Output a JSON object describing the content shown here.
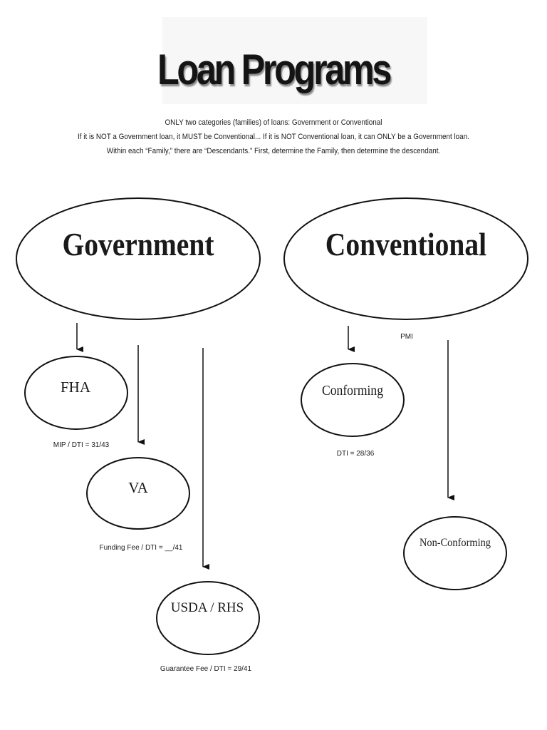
{
  "page": {
    "title": "Loan Programs",
    "intro_lines": [
      "ONLY two categories (families) of loans: Government or Conventional",
      "If it is NOT a Government loan, it MUST be Conventional... If it is NOT  Conventional loan, it can ONLY be a Government loan.",
      "Within each “Family,” there are “Descendants.” First, determine the Family, then determine the descendant."
    ]
  },
  "families": {
    "government": {
      "label": "Government",
      "descendants": {
        "fha": {
          "label": "FHA",
          "note": "MIP / DTI = 31/43"
        },
        "va": {
          "label": "VA",
          "note": "Funding Fee / DTI = __/41"
        },
        "usda": {
          "label": "USDA / RHS",
          "note": "Guarantee Fee / DTI = 29/41"
        }
      }
    },
    "conventional": {
      "label": "Conventional",
      "note": "PMI",
      "descendants": {
        "conforming": {
          "label": "Conforming",
          "note": "DTI = 28/36"
        },
        "non_conforming": {
          "label": "Non-Conforming"
        }
      }
    }
  }
}
